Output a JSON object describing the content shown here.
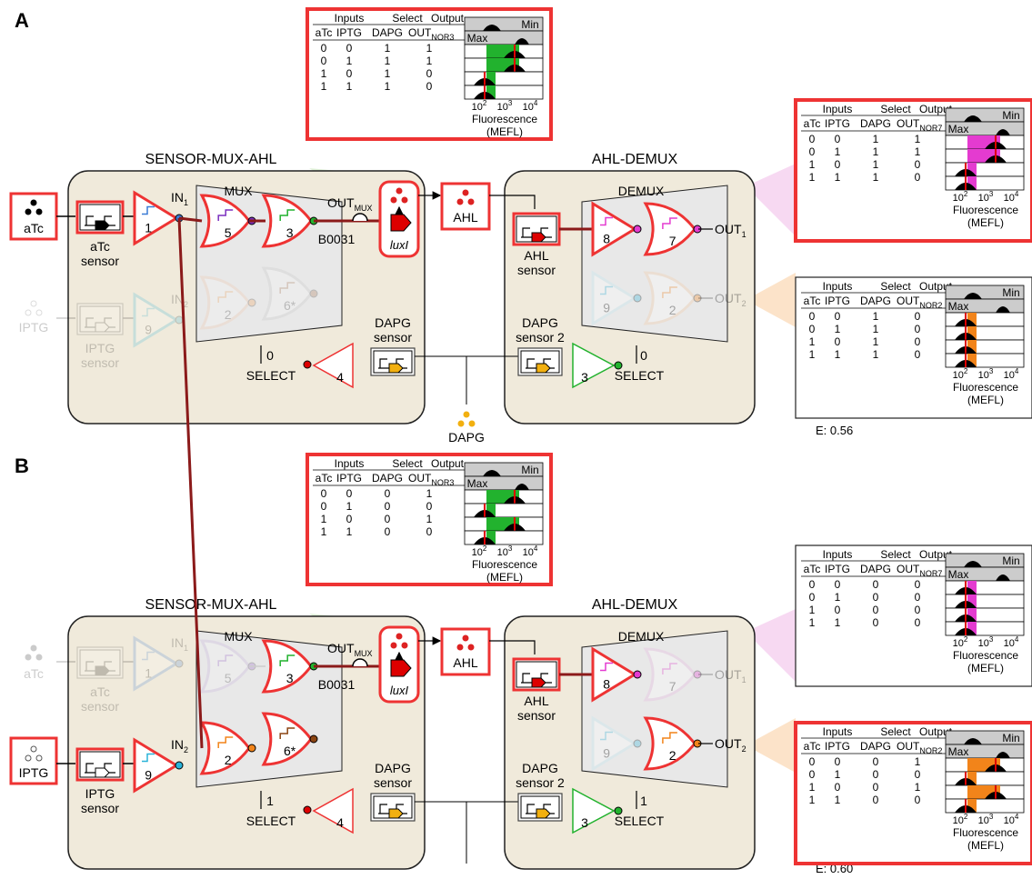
{
  "panels": [
    {
      "label": "A",
      "sensor_mux": {
        "title": "SENSOR-MUX-AHL",
        "mux": "MUX",
        "out_mux": "OUT",
        "out_mux_sub": "MUX",
        "b0031": "B0031",
        "luxI": "luxI",
        "in1": "IN",
        "in1_sub": "1",
        "in2": "IN",
        "in2_sub": "2",
        "gates": {
          "g1": "1",
          "g9": "9",
          "g5": "5",
          "g3": "3",
          "g2": "2",
          "g6": "6*",
          "g4": "4"
        },
        "atc": "aTc",
        "atc_sensor_l1": "aTc",
        "atc_sensor_l2": "sensor",
        "iptg": "IPTG",
        "iptg_sensor_l1": "IPTG",
        "iptg_sensor_l2": "sensor",
        "select_val": "0",
        "select": "SELECT",
        "dapg_sensor_l1": "DAPG",
        "dapg_sensor_l2": "sensor"
      },
      "demux": {
        "title": "AHL-DEMUX",
        "demux": "DEMUX",
        "ahl": "AHL",
        "ahl_sensor_l1": "AHL",
        "ahl_sensor_l2": "sensor",
        "gates": {
          "g8": "8",
          "g7": "7",
          "g9": "9",
          "g2": "2",
          "g3": "3"
        },
        "out1": "OUT",
        "out1_sub": "1",
        "out2": "OUT",
        "out2_sub": "2",
        "dapg_sensor2_l1": "DAPG",
        "dapg_sensor2_l2": "sensor 2",
        "select_val": "0",
        "select": "SELECT"
      },
      "dapg": "DAPG",
      "efficiency": "E: 0.56",
      "tables": [
        {
          "name": "mux",
          "out": "OUT",
          "out_sub": "NOR3",
          "rows": [
            [
              "0",
              "0",
              "1",
              "1"
            ],
            [
              "0",
              "1",
              "1",
              "1"
            ],
            [
              "1",
              "0",
              "1",
              "0"
            ],
            [
              "1",
              "1",
              "1",
              "0"
            ]
          ],
          "color": "#22b22e"
        },
        {
          "name": "out1",
          "out": "OUT",
          "out_sub": "NOR7",
          "rows": [
            [
              "0",
              "0",
              "1",
              "1"
            ],
            [
              "0",
              "1",
              "1",
              "1"
            ],
            [
              "1",
              "0",
              "1",
              "0"
            ],
            [
              "1",
              "1",
              "1",
              "0"
            ]
          ],
          "color": "#e43bd0"
        },
        {
          "name": "out2",
          "out": "OUT",
          "out_sub": "NOR2",
          "rows": [
            [
              "0",
              "0",
              "1",
              "0"
            ],
            [
              "0",
              "1",
              "1",
              "0"
            ],
            [
              "1",
              "0",
              "1",
              "0"
            ],
            [
              "1",
              "1",
              "1",
              "0"
            ]
          ],
          "color": "#f2841a"
        }
      ]
    },
    {
      "label": "B",
      "sensor_mux": {
        "title": "SENSOR-MUX-AHL",
        "mux": "MUX",
        "out_mux": "OUT",
        "out_mux_sub": "MUX",
        "b0031": "B0031",
        "luxI": "luxI",
        "in1": "IN",
        "in1_sub": "1",
        "in2": "IN",
        "in2_sub": "2",
        "gates": {
          "g1": "1",
          "g9": "9",
          "g5": "5",
          "g3": "3",
          "g2": "2",
          "g6": "6*",
          "g4": "4"
        },
        "atc": "aTc",
        "atc_sensor_l1": "aTc",
        "atc_sensor_l2": "sensor",
        "iptg": "IPTG",
        "iptg_sensor_l1": "IPTG",
        "iptg_sensor_l2": "sensor",
        "select_val": "1",
        "select": "SELECT",
        "dapg_sensor_l1": "DAPG",
        "dapg_sensor_l2": "sensor"
      },
      "demux": {
        "title": "AHL-DEMUX",
        "demux": "DEMUX",
        "ahl": "AHL",
        "ahl_sensor_l1": "AHL",
        "ahl_sensor_l2": "sensor",
        "gates": {
          "g8": "8",
          "g7": "7",
          "g9": "9",
          "g2": "2",
          "g3": "3"
        },
        "out1": "OUT",
        "out1_sub": "1",
        "out2": "OUT",
        "out2_sub": "2",
        "dapg_sensor2_l1": "DAPG",
        "dapg_sensor2_l2": "sensor 2",
        "select_val": "1",
        "select": "SELECT"
      },
      "dapg": "",
      "efficiency": "E: 0.60",
      "tables": [
        {
          "name": "mux",
          "out": "OUT",
          "out_sub": "NOR3",
          "rows": [
            [
              "0",
              "0",
              "0",
              "1"
            ],
            [
              "0",
              "1",
              "0",
              "0"
            ],
            [
              "1",
              "0",
              "0",
              "1"
            ],
            [
              "1",
              "1",
              "0",
              "0"
            ]
          ],
          "color": "#22b22e"
        },
        {
          "name": "out1",
          "out": "OUT",
          "out_sub": "NOR7",
          "rows": [
            [
              "0",
              "0",
              "0",
              "0"
            ],
            [
              "0",
              "1",
              "0",
              "0"
            ],
            [
              "1",
              "0",
              "0",
              "0"
            ],
            [
              "1",
              "1",
              "0",
              "0"
            ]
          ],
          "color": "#e43bd0"
        },
        {
          "name": "out2",
          "out": "OUT",
          "out_sub": "NOR2",
          "rows": [
            [
              "0",
              "0",
              "0",
              "1"
            ],
            [
              "0",
              "1",
              "0",
              "0"
            ],
            [
              "1",
              "0",
              "0",
              "1"
            ],
            [
              "1",
              "1",
              "0",
              "0"
            ]
          ],
          "color": "#f2841a"
        }
      ]
    }
  ],
  "table_headers": {
    "inputs": "Inputs",
    "select": "Select",
    "output": "Output",
    "atc": "aTc",
    "iptg": "IPTG",
    "dapg": "DAPG"
  },
  "hist_labels": {
    "min": "Min",
    "max": "Max",
    "t2": "10",
    "t3": "10",
    "t4": "10",
    "e2": "2",
    "e3": "3",
    "e4": "4",
    "xlabel": "Fluorescence",
    "xunit": "(MEFL)"
  }
}
